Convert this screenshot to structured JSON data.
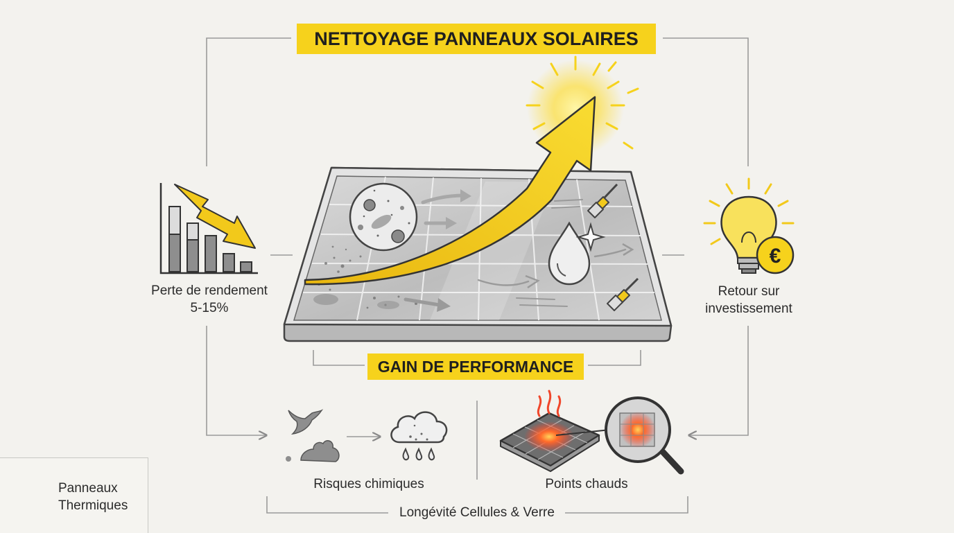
{
  "title": "NETTOYAGE PANNEAUX SOLAIRES",
  "center": {
    "gain_label": "GAIN DE PERFORMANCE"
  },
  "left": {
    "line1": "Perte de rendement",
    "line2": "5-15%"
  },
  "right": {
    "line1": "Retour sur",
    "line2": "investissement",
    "currency_symbol": "€"
  },
  "bottom": {
    "chemical_risks": "Risques chimiques",
    "hot_spots": "Points chauds",
    "longevity": "Longévité Cellules & Verre"
  },
  "legend": {
    "line1": "Panneaux",
    "line2": "Thermiques",
    "icon": "thermometer-icon"
  },
  "colors": {
    "accent_yellow": "#f6d21c",
    "arrow_yellow": "#f2c91b",
    "hotspot_red": "#f0462a",
    "line_gray": "#8a8a8a",
    "panel_gray": "#c9c9c9"
  }
}
